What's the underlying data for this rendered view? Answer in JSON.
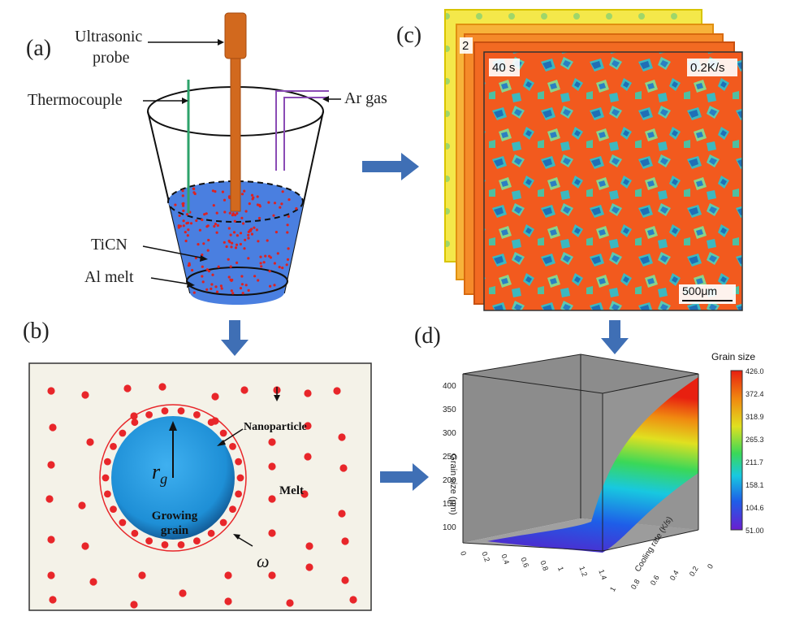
{
  "panels": {
    "a": {
      "label": "(a)",
      "probe_label_line1": "Ultrasonic",
      "probe_label_line2": "probe",
      "thermocouple_label": "Thermocouple",
      "gas_label": "Ar gas",
      "particle_label": "TiCN",
      "melt_label": "Al melt"
    },
    "b": {
      "label": "(b)",
      "nanoparticle_label": "Nanoparticle",
      "melt_label": "Melt",
      "radius_symbol": "r",
      "radius_subscript": "g",
      "grain_label_line1": "Growing",
      "grain_label_line2": "grain",
      "shell_symbol": "ω"
    },
    "c": {
      "label": "(c)",
      "time_label": "40  s",
      "rate_label": "0.2K/s",
      "back_frame_label": "2",
      "scale_bar_label": "500μm"
    },
    "d": {
      "label": "(d)",
      "colorbar_title": "Grain size",
      "colorbar_ticks": [
        "426.0",
        "372.4",
        "318.9",
        "265.3",
        "211.7",
        "158.1",
        "104.6",
        "51.00"
      ],
      "z_axis_label": "Grain size (μm)",
      "z_ticks": [
        "400",
        "350",
        "300",
        "250",
        "200",
        "150",
        "100"
      ],
      "x_ticks": [
        "0",
        "0.2",
        "0.4",
        "0.6",
        "0.8",
        "1",
        "1.2",
        "1.4"
      ],
      "y_axis_label": "Cooling rate (K/s)",
      "y_ticks": [
        "1",
        "0.8",
        "0.6",
        "0.4",
        "0.2",
        "0"
      ]
    }
  },
  "colors": {
    "arrow_blue": "#3f6fb5",
    "melt_blue": "#4a7fe0",
    "probe_orange": "#d2691e",
    "particle_red": "#e8262a",
    "grain_blue": "#1e8fd6",
    "panel_b_bg": "#f4f2e8",
    "thermocouple_green": "#2ea36b",
    "gas_purple": "#8a4bb5",
    "plot_gray": "#8c8c8c"
  },
  "icons": [
    "flow-arrow-right-icon",
    "flow-arrow-down-icon"
  ]
}
